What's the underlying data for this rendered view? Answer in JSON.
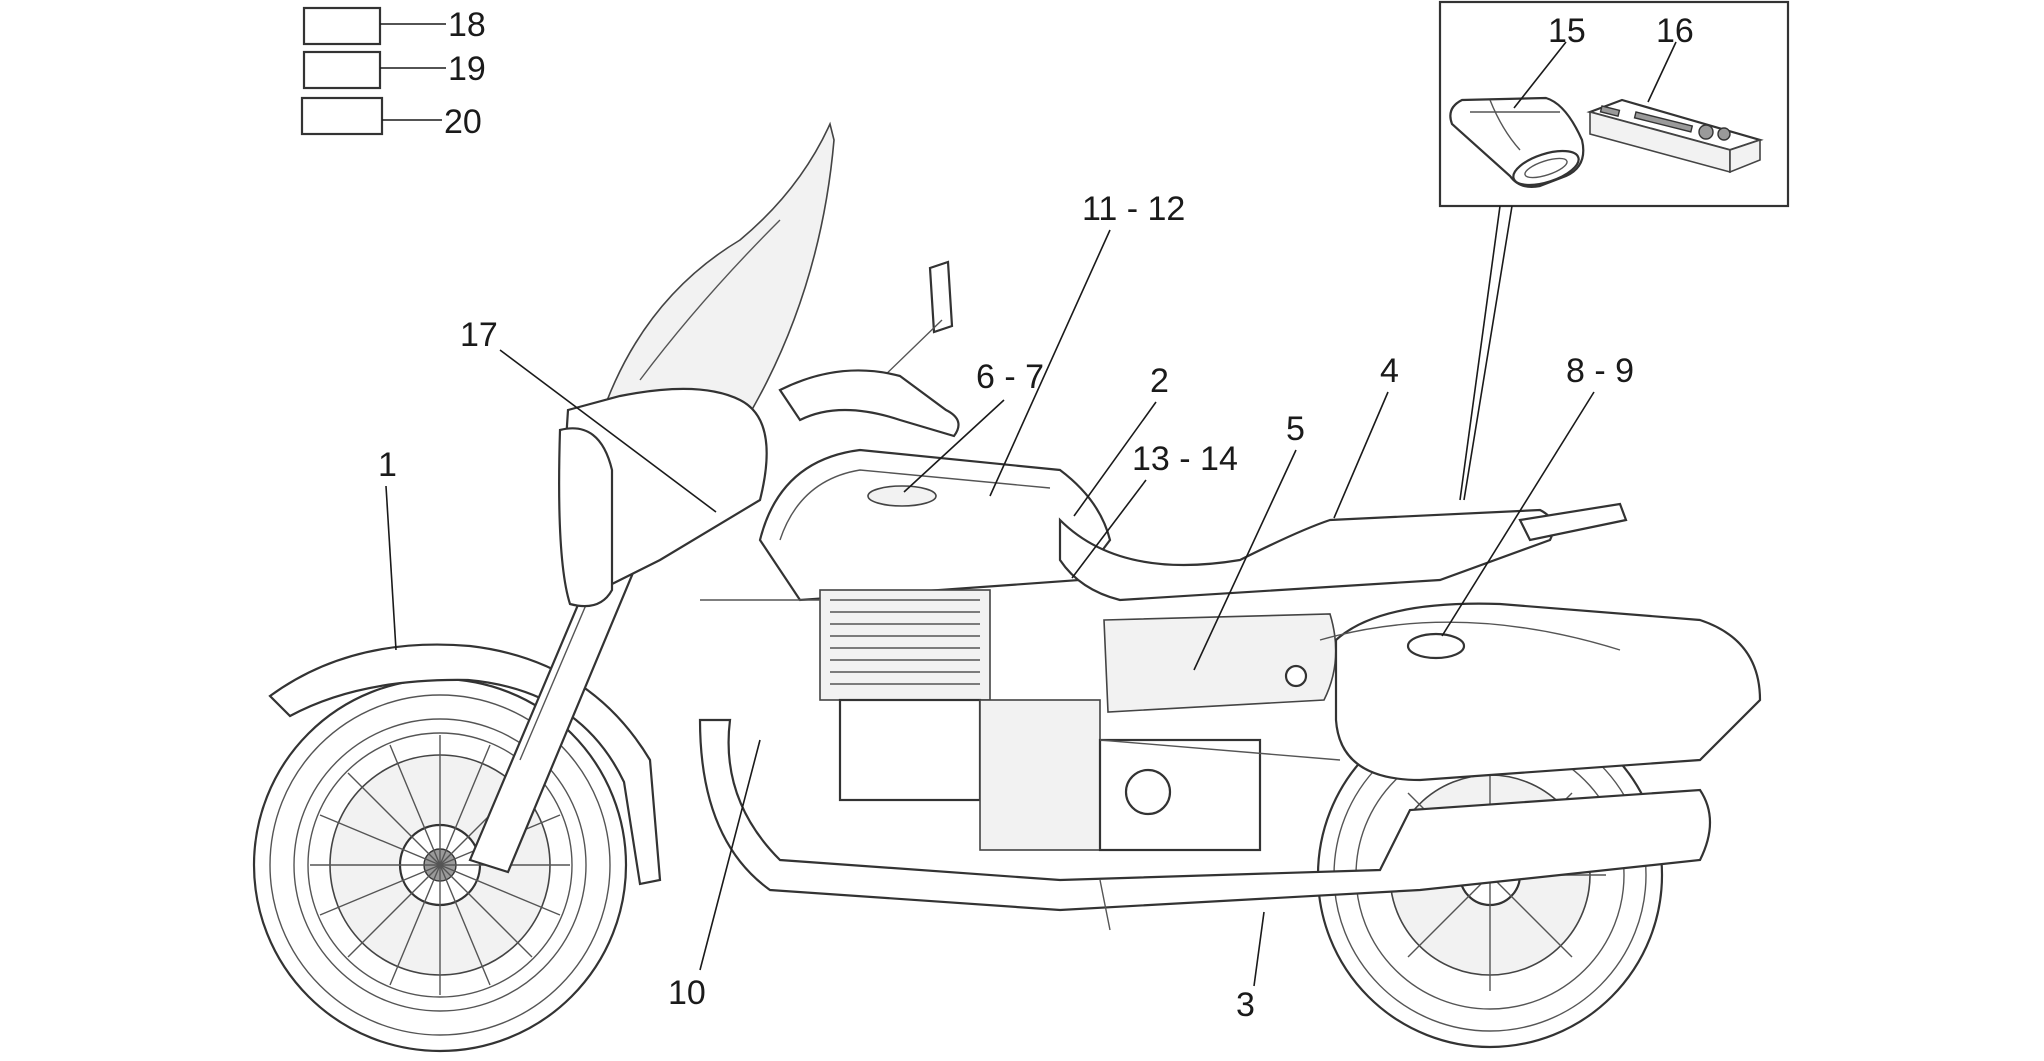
{
  "callouts": {
    "c1": "1",
    "c2": "2",
    "c3": "3",
    "c4": "4",
    "c5": "5",
    "c6_7": "6 - 7",
    "c8_9": "8 - 9",
    "c10": "10",
    "c11_12": "11 - 12",
    "c13_14": "13 - 14",
    "c15": "15",
    "c16": "16",
    "c17": "17",
    "c18": "18",
    "c19": "19",
    "c20": "20"
  }
}
